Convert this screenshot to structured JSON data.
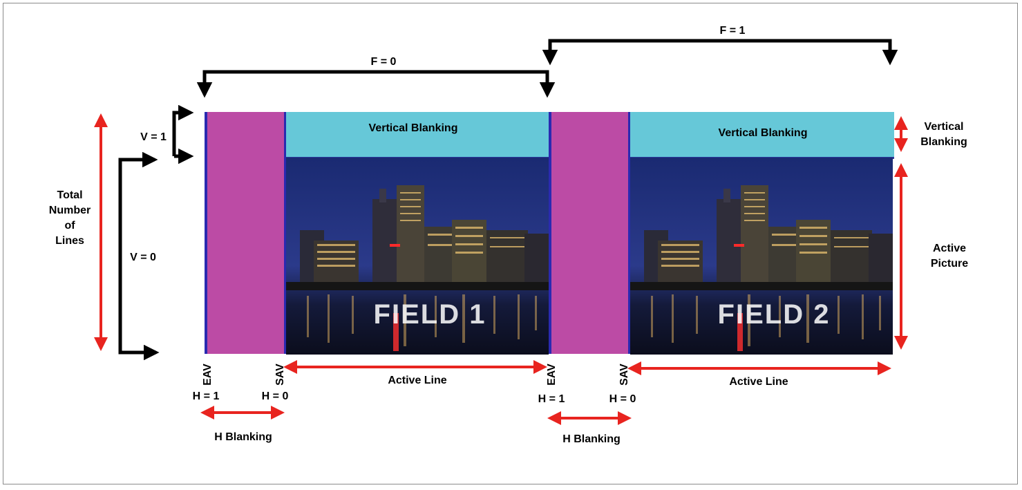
{
  "fields": [
    {
      "flag_label": "F = 0",
      "vertical_blanking": "Vertical Blanking",
      "field_label": "FIELD  1",
      "eav": "EAV",
      "sav": "SAV",
      "h1": "H = 1",
      "h0": "H = 0",
      "active_line": "Active  Line",
      "h_blanking": "H Blanking"
    },
    {
      "flag_label": "F = 1",
      "vertical_blanking": "Vertical Blanking",
      "field_label": "FIELD  2",
      "eav": "EAV",
      "sav": "SAV",
      "h1": "H = 1",
      "h0": "H = 0",
      "active_line": "Active  Line",
      "h_blanking": "H Blanking"
    }
  ],
  "left": {
    "v1": "V = 1",
    "v0": "V = 0",
    "total_lines": [
      "Total",
      "Number",
      "of",
      "Lines"
    ]
  },
  "right": {
    "vertical_blanking": [
      "Vertical",
      "Blanking"
    ],
    "active_picture": [
      "Active",
      "Picture"
    ]
  },
  "colors": {
    "h_blanking_fill": "#bc4ba5",
    "v_blanking_fill": "#66c8d8",
    "picture_sky": "#1d2f78",
    "arrow_red": "#e8241f",
    "arrow_black": "#000000"
  }
}
